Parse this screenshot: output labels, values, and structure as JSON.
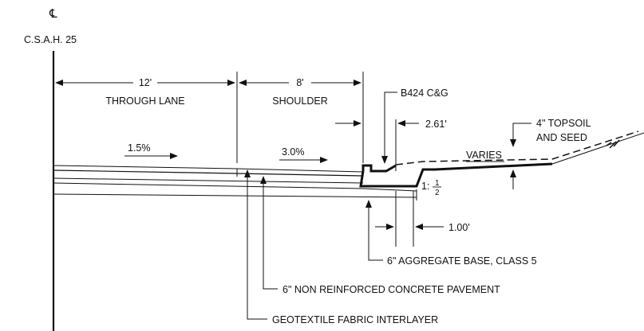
{
  "drawing": {
    "centerline_symbol": "℄",
    "road_name": "C.S.A.H. 25",
    "dim_through_lane": "12'",
    "label_through_lane": "THROUGH LANE",
    "dim_shoulder": "8'",
    "label_shoulder": "SHOULDER",
    "label_curb": "B424 C&G",
    "dim_curb_offset": "2.61'",
    "label_topsoil_line1": "4\" TOPSOIL",
    "label_topsoil_line2": "AND SEED",
    "slope_lane": "1.5%",
    "slope_shoulder": "3.0%",
    "label_varies": "VARIES",
    "slope_curb": "1:",
    "slope_curb_num": "1",
    "slope_curb_den": "2",
    "dim_base_extension": "1.00'",
    "label_aggregate_base": "6\" AGGREGATE BASE, CLASS 5",
    "label_concrete": "6\" NON REINFORCED CONCRETE PAVEMENT",
    "label_geotextile": "GEOTEXTILE FABRIC INTERLAYER"
  }
}
